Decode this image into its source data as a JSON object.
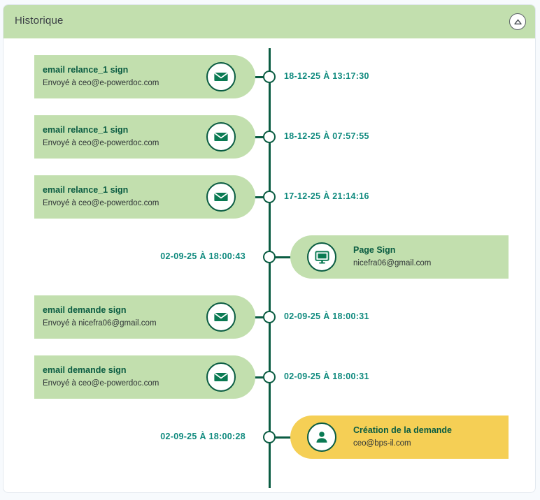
{
  "panel": {
    "title": "Historique",
    "collapse_icon": "chevron-up-icon",
    "header_color": "#c2dfae"
  },
  "colors": {
    "card_green": "#c2dfae",
    "card_yellow": "#f5cf55",
    "accent_dark_green": "#0a5c42",
    "timestamp_teal": "#0f8a7e"
  },
  "timeline": {
    "entries": [
      {
        "side": "left",
        "icon": "envelope-icon",
        "title": "email relance_1 sign",
        "subtitle": "Envoyé à ceo@e-powerdoc.com",
        "timestamp": "18-12-25 À 13:17:30",
        "highlight": false
      },
      {
        "side": "left",
        "icon": "envelope-icon",
        "title": "email relance_1 sign",
        "subtitle": "Envoyé à ceo@e-powerdoc.com",
        "timestamp": "18-12-25 À 07:57:55",
        "highlight": false
      },
      {
        "side": "left",
        "icon": "envelope-icon",
        "title": "email relance_1 sign",
        "subtitle": "Envoyé à ceo@e-powerdoc.com",
        "timestamp": "17-12-25 À 21:14:16",
        "highlight": false
      },
      {
        "side": "right",
        "icon": "monitor-icon",
        "title": "Page Sign",
        "subtitle": "nicefra06@gmail.com",
        "timestamp": "02-09-25 À 18:00:43",
        "highlight": false
      },
      {
        "side": "left",
        "icon": "envelope-icon",
        "title": "email demande sign",
        "subtitle": "Envoyé à nicefra06@gmail.com",
        "timestamp": "02-09-25 À 18:00:31",
        "highlight": false
      },
      {
        "side": "left",
        "icon": "envelope-icon",
        "title": "email demande sign",
        "subtitle": "Envoyé à ceo@e-powerdoc.com",
        "timestamp": "02-09-25 À 18:00:31",
        "highlight": false
      },
      {
        "side": "right",
        "icon": "person-icon",
        "title": "Création de la demande",
        "subtitle": "ceo@bps-il.com",
        "timestamp": "02-09-25 À 18:00:28",
        "highlight": true
      }
    ]
  }
}
